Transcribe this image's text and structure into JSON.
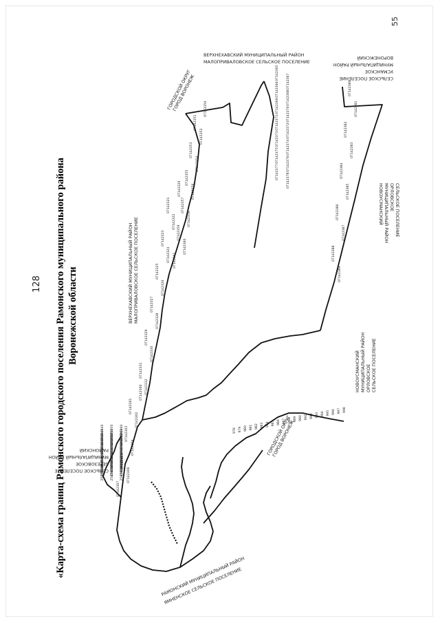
{
  "page": {
    "number": "128",
    "corner_mark": "55",
    "title_line1": "«Карта-схема границ Рамонского городского поселения Рамонского муниципального района",
    "title_line2": "Воронежской области"
  },
  "regions": {
    "verkhnekhavsky_top": [
      "ВЕРХНЕХАВСКИЙ МУНИЦИПАЛЬНЫЙ РАЙОН",
      "МАЛОПРИВАЛОВСКОЕ СЕЛЬСКОЕ ПОСЕЛЕНИЕ"
    ],
    "verkhnekhavsky_mid": [
      "ВЕРХНЕХАВСКИЙ МУНИЦИПАЛЬНЫЙ РАЙОН",
      "МАЛОПРИВАЛОВСКОЕ СЕЛЬСКОЕ ПОСЕЛЕНИЕ"
    ],
    "voronezh_top": [
      "ГОРОДСКОЙ ОКРУГ",
      "ГОРОД ВОРОНЕЖ"
    ],
    "voronezh_bottom": [
      "ГОРОДСКОЙ ОКРУГ",
      "ГОРОД ВОРОНЕЖ"
    ],
    "novousmansky_angel": [
      "НОВОУСМАНСКИЙ",
      "МУНИЦИПАЛЬНЫЙ РАЙОН",
      "ОРЛОВСКОЕ",
      "СЕЛЬСКОЕ ПОСЕЛЕНИЕ"
    ],
    "novousmansky_right": [
      "НОВОУСМАНСКИЙ",
      "МУНИЦИПАЛЬНЫЙ РАЙОН",
      "ОРЛОВСКОЕ",
      "СЕЛЬСКОЕ ПОСЕЛЕНИЕ"
    ],
    "ramonsky_berezovskoe": [
      "РАМОНСКИЙ",
      "МУНИЦИПАЛЬНЫЙ РАЙОН",
      "БЕРЕЗОВСКОЕ",
      "СЕЛЬСКОЕ ПОСЕЛЕНИЕ"
    ],
    "ramonsky_iakarovskoe": [
      "РАМОНСКИЙ МУНИЦИПАЛЬНЫЙ РАЙОН",
      "ЯМНЕНСКОЕ СЕЛЬСКОЕ ПОСЕЛЕНИЕ"
    ],
    "voronezh_ovenkhav": [
      "ВОРОНЕЖСКИЙ",
      "МУНИЦИПАЛЬНЫЙ РАЙОН",
      "УСМАНСКОЕ",
      "СЕЛЬСКОЕ ПОСЕЛЕНИЕ"
    ]
  },
  "point_labels": {
    "right_column": [
      "07142365",
      "07142367",
      "07142366",
      "07142368",
      "07142369",
      "07142370",
      "07142371",
      "07142372",
      "07142373",
      "07142374",
      "07142375",
      "07142376",
      "07142377",
      "07142378"
    ],
    "top_ridge": [
      "07142350",
      "07142351",
      "07142352",
      "07142353",
      "07142354",
      "07142355",
      "07142356",
      "07142357",
      "07142358",
      "07142359",
      "07142360",
      "07142361"
    ],
    "mid_ridge": [
      "07142320",
      "07142321",
      "07142322",
      "07142323",
      "07142324",
      "07142325",
      "07142326",
      "07142327",
      "07142328",
      "07142329",
      "07142330",
      "07142331",
      "07142332"
    ],
    "lower_ridge": [
      "07142300",
      "07142301",
      "07142302",
      "07142303",
      "07142304",
      "07142305",
      "07142306",
      "07142307"
    ],
    "left_cluster": [
      "25828940",
      "25828941",
      "25828942",
      "25828943",
      "25828944",
      "25828945",
      "25828946",
      "25828947",
      "25828948",
      "25828949",
      "25828950",
      "25828951",
      "25828952",
      "25828953",
      "25828954",
      "25828955",
      "25828956",
      "25828957",
      "25828958",
      "25828959",
      "25828960",
      "25828961",
      "25828962",
      "25828963",
      "25828964",
      "25828965",
      "25828966",
      "25828967",
      "25828968",
      "25828969"
    ],
    "bottom_row": [
      "978",
      "979",
      "980",
      "981",
      "982",
      "983",
      "984",
      "985",
      "986",
      "987",
      "988",
      "989",
      "990",
      "991",
      "992",
      "993",
      "994",
      "995",
      "996",
      "997",
      "998"
    ],
    "right_diagonal": [
      "07142380",
      "07142381",
      "07142382",
      "07142383",
      "07142384",
      "07142385",
      "07142386",
      "07142387",
      "07142388",
      "07142389"
    ]
  }
}
